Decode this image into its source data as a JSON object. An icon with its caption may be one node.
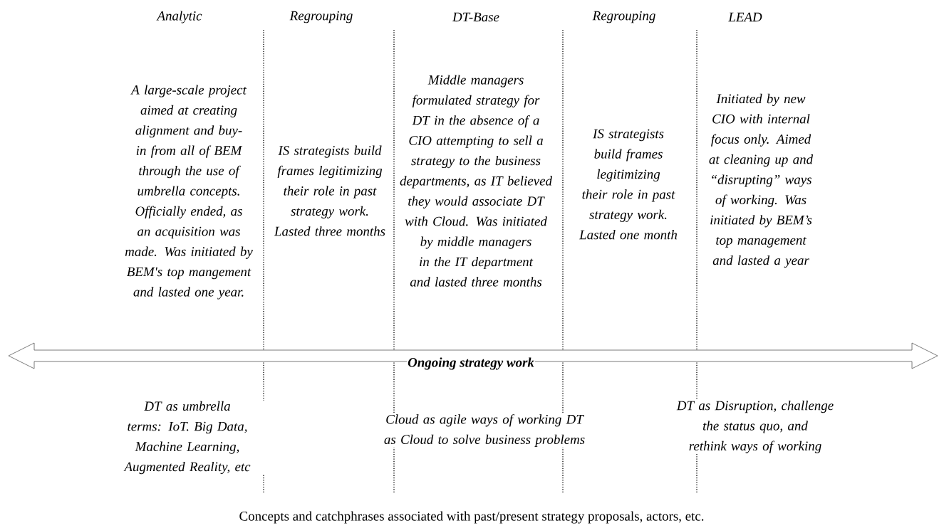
{
  "diagram": {
    "caption": "Concepts and catchphrases associated with past/present strategy proposals, actors, etc.",
    "labels": [
      "Analytic",
      "Regrouping",
      "DT-Base",
      "Regrouping",
      "LEAD",
      "A large-scale project aimed at creating alignment and buy-in from all of BEM through the use of umbrella concepts. Officially ended, as an acquisition was made. Was initiated by BEM's top mangement and lasted one year.",
      "IS strategists build frames legitimizing their role in past strategy work. Lasted three months",
      "Middle managers formulated strategy for DT in the absence of a CIO attempting to sell a strategy to the business departments, as IT believed they would associate DT with Cloud. Was initiated by middle managers in the IT department and lasted three months",
      "IS strategists build frames legitimizing their role in past strategy work. Lasted one month",
      "Initiated by new CIO with internal focus only. Aimed at cleaning up and “disrupting” ways of working. Was initiated by BEM’s top management and lasted a year",
      "Ongoing strategy work",
      "DT as umbrella terms: IoT. Big Data, Machine Learning, Augmented Reality, etc",
      "Cloud as agile ways of working DT as Cloud to solve business problems",
      "DT as Disruption, challenge the status quo, and rethink ways of working"
    ]
  }
}
